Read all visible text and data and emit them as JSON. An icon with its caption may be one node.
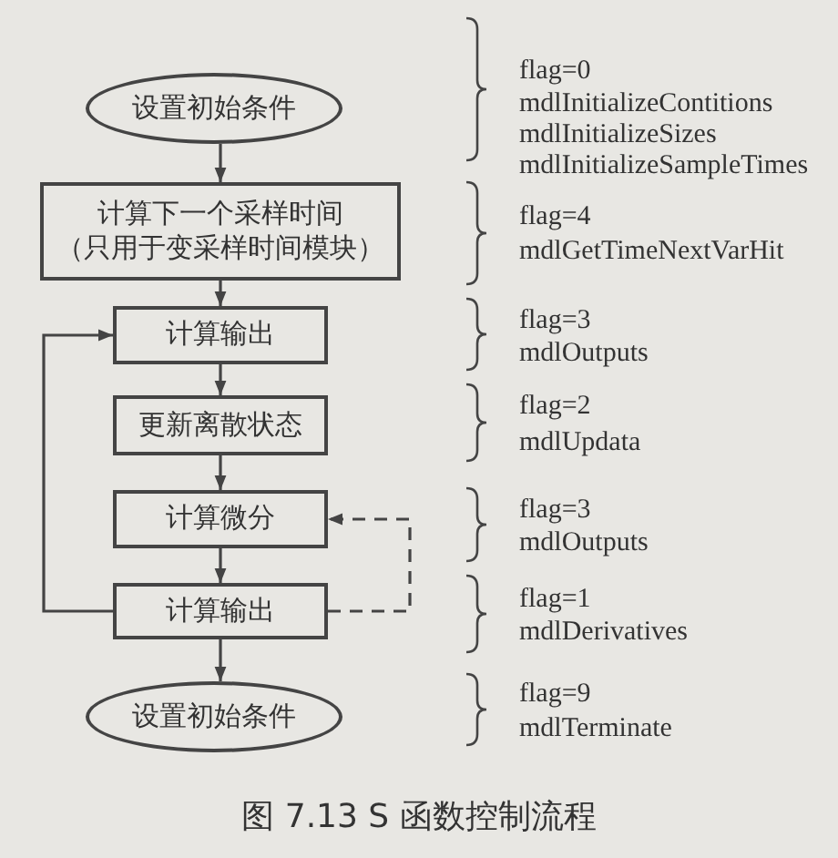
{
  "diagram": {
    "caption": "图 7.13 S 函数控制流程",
    "nodes": [
      {
        "text": [
          "设置初始条件"
        ]
      },
      {
        "text": [
          "计算下一个采样时间（只用于变采样时间模块）"
        ]
      },
      {
        "text": [
          "计算输出"
        ]
      },
      {
        "text": [
          "更新离散状态"
        ]
      },
      {
        "text": [
          "计算微分"
        ]
      },
      {
        "text": [
          "计算输出"
        ]
      },
      {
        "text": [
          "设置初始条件"
        ]
      }
    ],
    "edges": [
      {
        "from": 0,
        "to": 1,
        "arrow": "to"
      },
      {
        "from": 1,
        "to": 2,
        "arrow": "to"
      },
      {
        "from": 2,
        "to": 3,
        "arrow": "to"
      },
      {
        "from": 3,
        "to": 4,
        "arrow": "to"
      },
      {
        "from": 4,
        "to": 5,
        "arrow": "to"
      },
      {
        "from": 5,
        "to": 6,
        "arrow": "to"
      },
      {
        "from": 5,
        "to": 2,
        "arrow": "to"
      },
      {
        "from": 5,
        "to": 4,
        "arrow": "to",
        "style": "dashed"
      }
    ],
    "labels": [
      "flag=0",
      "mdlInitializeContitions",
      "mdlInitializeSizes",
      "mdlInitializeSampleTimes",
      "flag=4",
      "mdlGetTimeNextVarHit",
      "flag=3",
      "mdlOutputs",
      "flag=2",
      "mdlUpdata",
      "flag=3",
      "mdlOutputs",
      "flag=1",
      "mdlDerivatives",
      "flag=9",
      "mdlTerminate"
    ]
  }
}
